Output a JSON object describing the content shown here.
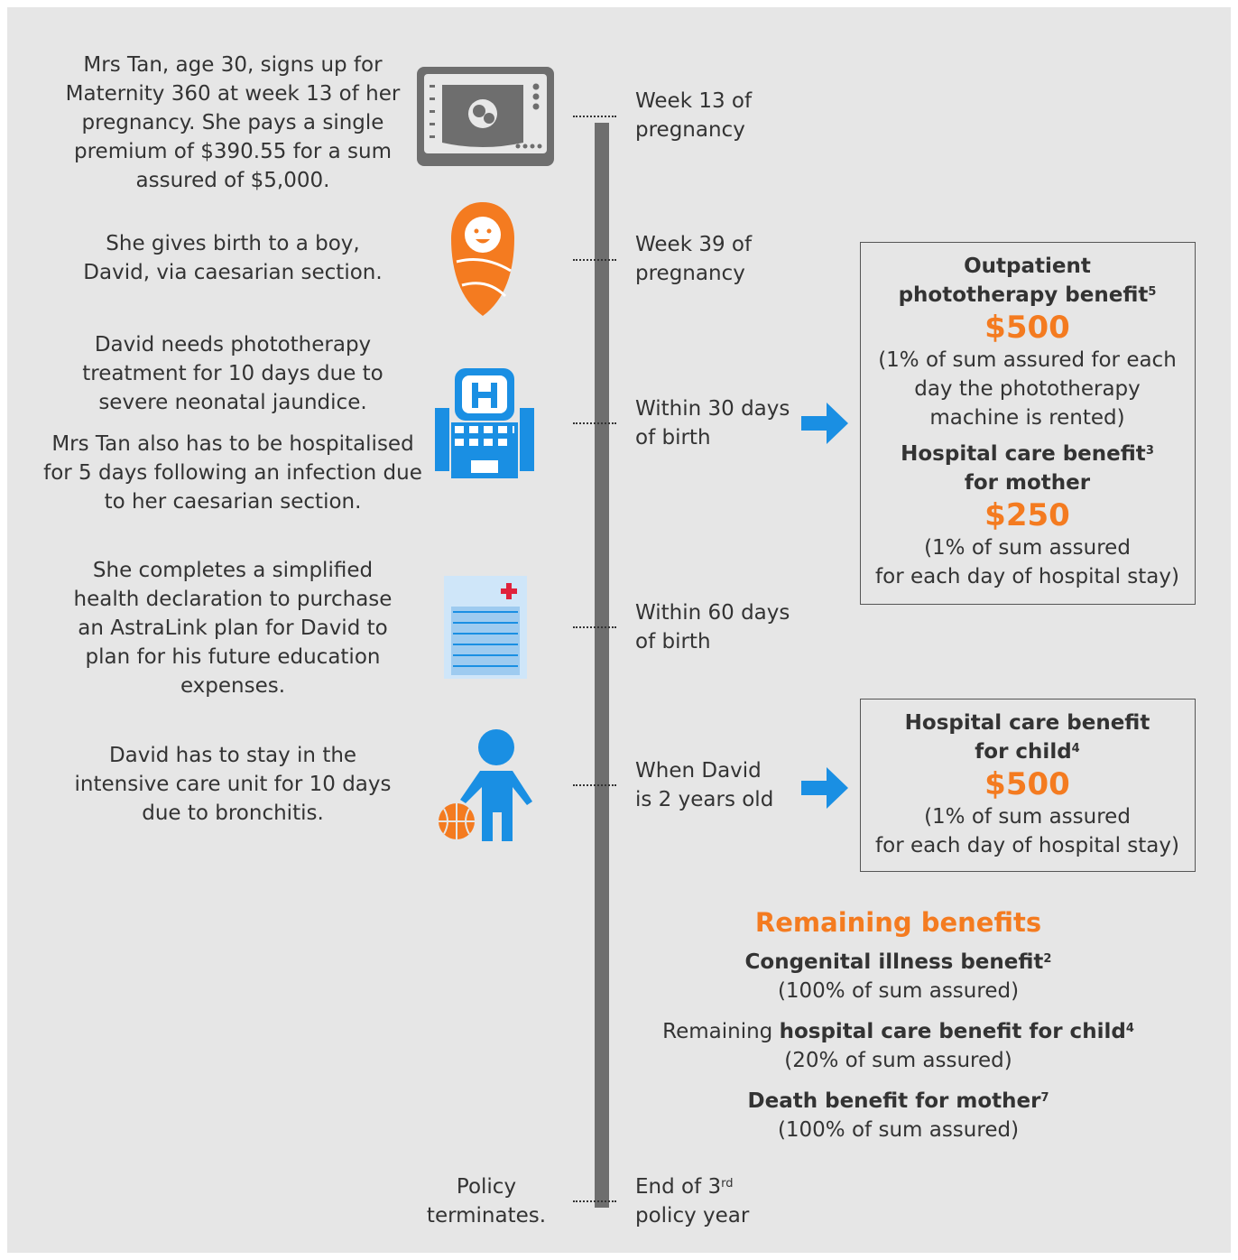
{
  "events": [
    {
      "description": "Mrs Tan, age 30, signs up for Maternity 360 at week 13 of her pregnancy. She pays a single premium of $390.55 for a sum assured of $5,000.",
      "time_line1": "Week 13 of",
      "time_line2": "pregnancy",
      "icon": "ultrasound-monitor-icon"
    },
    {
      "description": "She gives birth to a boy, David, via caesarian section.",
      "time_line1": "Week 39 of",
      "time_line2": "pregnancy",
      "icon": "swaddled-baby-icon"
    },
    {
      "description": "David needs phototherapy treatment for 10 days due to severe neonatal jaundice.",
      "description2": "Mrs Tan also has to be hospitalised for 5 days following an infection due to her caesarian section.",
      "time_line1": "Within 30 days",
      "time_line2": "of birth",
      "icon": "hospital-building-icon"
    },
    {
      "description": "She completes a simplified health declaration to purchase an AstraLink plan for David to plan for his future education expenses.",
      "time_line1": "Within 60 days",
      "time_line2": "of birth",
      "icon": "medical-form-icon"
    },
    {
      "description": "David has to stay in the intensive care unit for 10 days due to bronchitis.",
      "time_line1": "When David",
      "time_line2": "is 2 years old",
      "icon": "child-with-basketball-icon"
    },
    {
      "description": "Policy terminates.",
      "time_line1": "End of 3",
      "time_sup": "rd",
      "time_line2": "policy year"
    }
  ],
  "box1": {
    "b1_title1": "Outpatient",
    "b1_title2": "phototherapy benefit",
    "b1_sup": "5",
    "b1_amount": "$500",
    "b1_note": "(1% of sum assured for each day the phototherapy machine is rented)",
    "b2_title1": "Hospital care benefit",
    "b2_sup": "3",
    "b2_title2": "for mother",
    "b2_amount": "$250",
    "b2_note1": "(1% of sum assured",
    "b2_note2": "for each day of hospital stay)"
  },
  "box2": {
    "title1": "Hospital care benefit",
    "title2": "for child",
    "sup": "4",
    "amount": "$500",
    "note1": "(1% of sum assured",
    "note2": "for each day of hospital stay)"
  },
  "remaining": {
    "heading": "Remaining benefits",
    "r1_title": "Congenital illness benefit",
    "r1_sup": "2",
    "r1_note": "(100% of sum assured)",
    "r2_prefix": "Remaining ",
    "r2_title": "hospital care benefit for child",
    "r2_sup": "4",
    "r2_note": "(20% of sum assured)",
    "r3_title": "Death benefit for mother",
    "r3_sup": "7",
    "r3_note": "(100% of sum assured)"
  },
  "colors": {
    "accent": "#f47b20",
    "blue": "#1a8fe3",
    "timeline": "#6e6e6e",
    "background": "#e6e6e6"
  }
}
